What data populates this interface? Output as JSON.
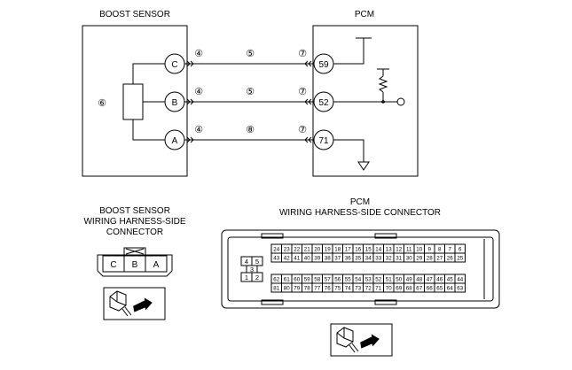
{
  "boost_sensor": {
    "title": "BOOST SENSOR",
    "terminals": [
      "C",
      "B",
      "A"
    ],
    "body_ref": "⑥"
  },
  "pcm": {
    "title": "PCM",
    "terminals": [
      "59",
      "52",
      "71"
    ]
  },
  "wires": [
    {
      "left": "④",
      "mid": "⑤",
      "right": "⑦"
    },
    {
      "left": "④",
      "mid": "⑤",
      "right": "⑦"
    },
    {
      "left": "④",
      "mid": "⑧",
      "right": "⑦"
    }
  ],
  "sensor_connector": {
    "title_lines": [
      "BOOST SENSOR",
      "WIRING HARNESS-SIDE",
      "CONNECTOR"
    ],
    "cells": [
      "C",
      "B",
      "A"
    ]
  },
  "pcm_connector": {
    "title_lines": [
      "PCM",
      "WIRING HARNESS-SIDE CONNECTOR"
    ],
    "left_block": {
      "row1": [
        "4",
        "5"
      ],
      "mid": "3",
      "row3": [
        "1",
        "2"
      ]
    },
    "rows": [
      [
        "24",
        "23",
        "22",
        "21",
        "20",
        "19",
        "18",
        "17",
        "16",
        "15",
        "14",
        "13",
        "12",
        "11",
        "10",
        "9",
        "8",
        "7",
        "6"
      ],
      [
        "43",
        "42",
        "41",
        "40",
        "39",
        "38",
        "37",
        "36",
        "35",
        "34",
        "33",
        "32",
        "31",
        "30",
        "29",
        "28",
        "27",
        "26",
        "25"
      ],
      [
        "62",
        "61",
        "60",
        "59",
        "58",
        "57",
        "56",
        "55",
        "54",
        "53",
        "52",
        "51",
        "50",
        "49",
        "48",
        "47",
        "46",
        "45",
        "44"
      ],
      [
        "81",
        "80",
        "79",
        "78",
        "77",
        "76",
        "75",
        "74",
        "73",
        "72",
        "71",
        "70",
        "69",
        "68",
        "67",
        "66",
        "65",
        "64",
        "63"
      ]
    ]
  }
}
